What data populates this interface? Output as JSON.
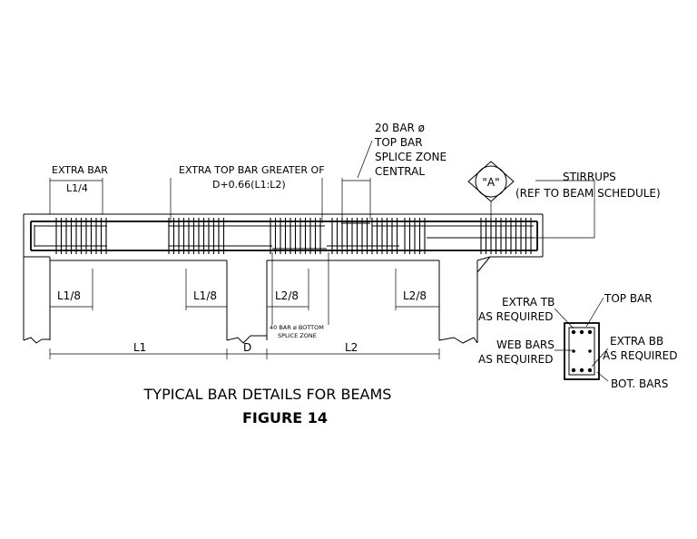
{
  "labels": {
    "extra_bar": "EXTRA BAR",
    "extra_bar_len": "L1/4",
    "extra_top_bar_1": "EXTRA TOP BAR GREATER OF",
    "extra_top_bar_2": "D+0.66(L1:L2)",
    "splice_1": "20 BAR ø",
    "splice_2": "TOP BAR",
    "splice_3": "SPLICE ZONE",
    "splice_4": "CENTRAL",
    "detail_marker": "\"A\"",
    "stirrups_1": "STIRRUPS",
    "stirrups_2": "(REF TO BEAM SCHEDULE)",
    "dim_l1_8_left": "L1/8",
    "dim_l1_8_right": "L1/8",
    "dim_l2_8_left": "L2/8",
    "dim_l2_8_right": "L2/8",
    "bottom_splice_1": "40 BAR ø BOTTOM",
    "bottom_splice_2": "SPLICE ZONE",
    "span_l1": "L1",
    "span_d": "D",
    "span_l2": "L2",
    "extra_tb_1": "EXTRA TB",
    "extra_tb_2": "AS REQUIRED",
    "top_bar": "TOP BAR",
    "web_bars_1": "WEB BARS",
    "web_bars_2": "AS REQUIRED",
    "extra_bb_1": "EXTRA BB",
    "extra_bb_2": "AS REQUIRED",
    "bot_bars": "BOT. BARS"
  },
  "caption": {
    "title": "TYPICAL BAR DETAILS FOR BEAMS",
    "figure": "FIGURE 14"
  }
}
